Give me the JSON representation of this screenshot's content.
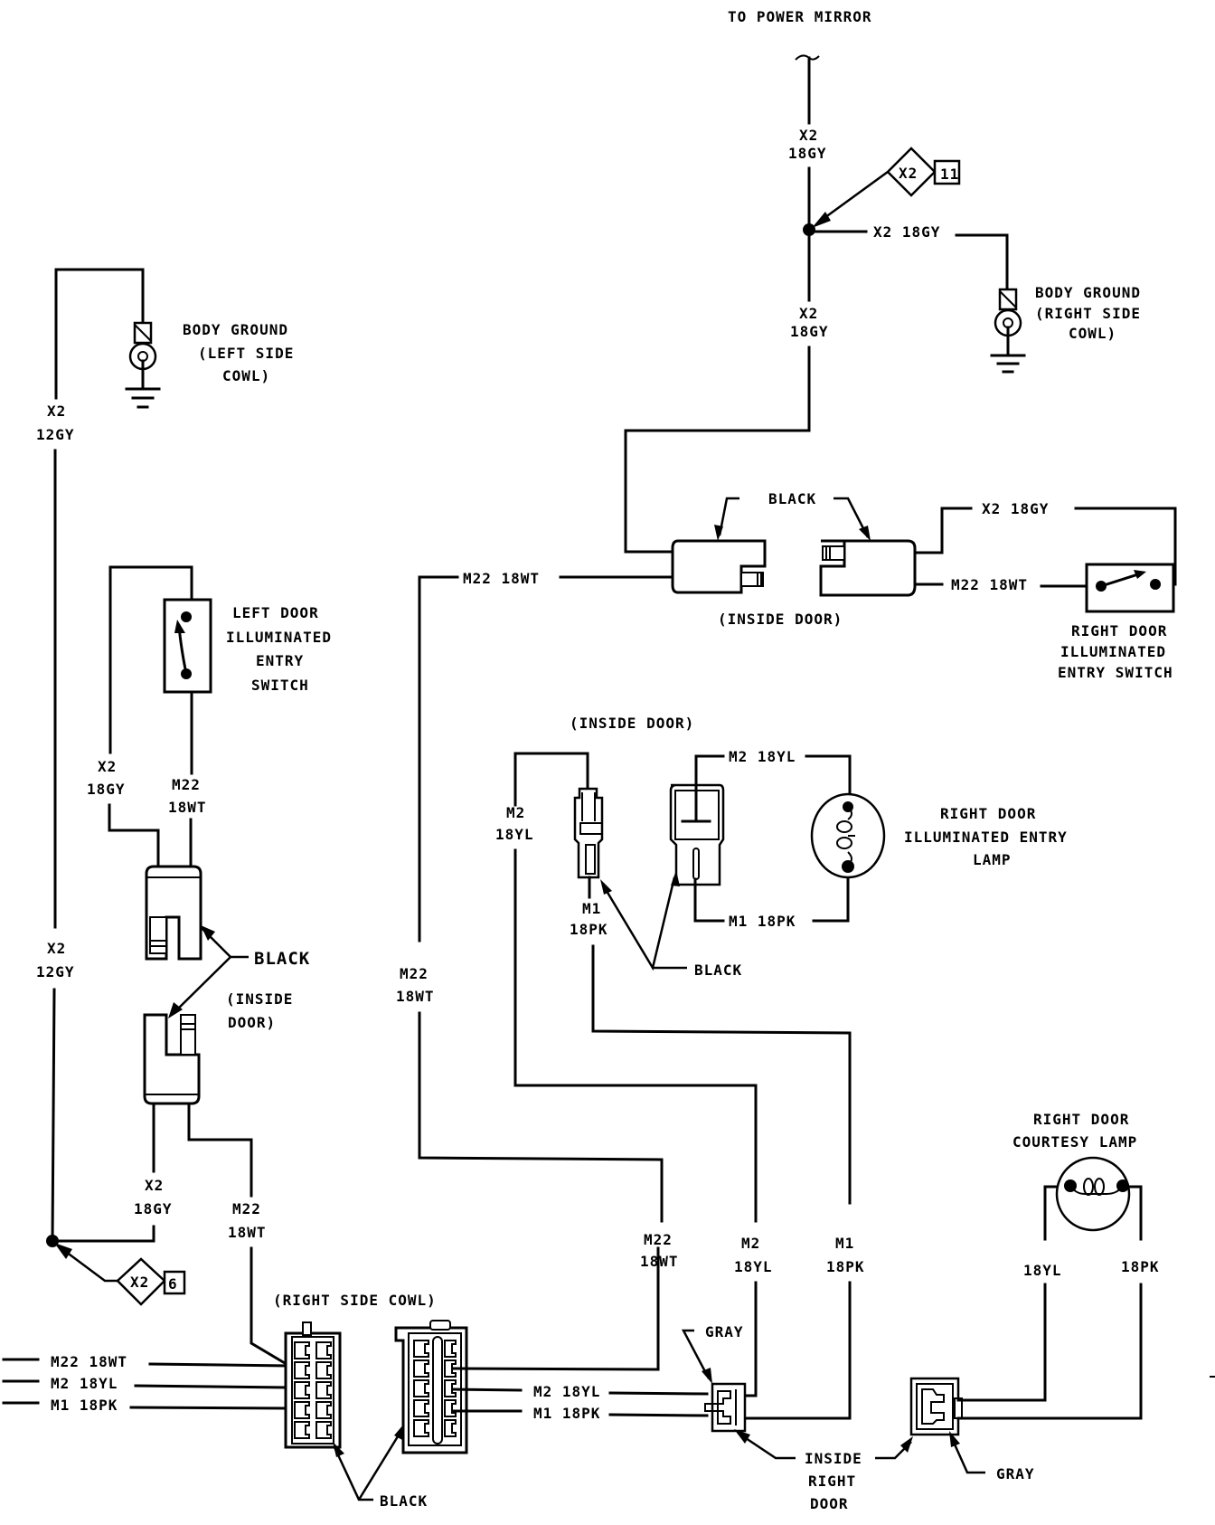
{
  "diagram": {
    "type": "automotive wiring diagram",
    "subject": "Illuminated entry and courtesy lamp circuit"
  },
  "labels": {
    "to_power_mirror": "TO POWER MIRROR",
    "splice_top": {
      "code": "X2",
      "number": "11"
    },
    "splice_bottom": {
      "code": "X2",
      "number": "6"
    },
    "body_ground_right": [
      "BODY GROUND",
      "(RIGHT SIDE",
      "COWL)"
    ],
    "body_ground_left": [
      "BODY GROUND",
      "(LEFT SIDE",
      "COWL)"
    ],
    "left_door_switch": [
      "LEFT DOOR",
      "ILLUMINATED",
      "ENTRY",
      "SWITCH"
    ],
    "right_door_switch": [
      "RIGHT DOOR",
      "ILLUMINATED",
      "ENTRY SWITCH"
    ],
    "right_door_entry_lamp": [
      "RIGHT DOOR",
      "ILLUMINATED ENTRY",
      "LAMP"
    ],
    "right_door_courtesy_lamp": [
      "RIGHT DOOR",
      "COURTESY LAMP"
    ],
    "inside_door_upper": "(INSIDE DOOR)",
    "inside_door_middle": "(INSIDE DOOR)",
    "inside_door_left": [
      "(INSIDE",
      "DOOR)"
    ],
    "right_side_cowl": "(RIGHT SIDE COWL)",
    "inside_right_door": [
      "INSIDE",
      "RIGHT",
      "DOOR"
    ],
    "black": "BLACK",
    "gray": "GRAY"
  },
  "wires": {
    "x2_18gy": {
      "circuit": "X2",
      "gauge_color": "18GY",
      "inline": "X2 18GY"
    },
    "x2_12gy": {
      "circuit": "X2",
      "gauge_color": "12GY"
    },
    "m22_18wt": {
      "circuit": "M22",
      "gauge_color": "18WT",
      "inline": "M22 18WT"
    },
    "m2_18yl": {
      "circuit": "M2",
      "gauge_color": "18YL",
      "inline": "M2 18YL"
    },
    "m1_18pk": {
      "circuit": "M1",
      "gauge_color": "18PK",
      "inline": "M1 18PK"
    },
    "yl_only": "18YL",
    "pk_only": "18PK"
  },
  "harness_left_stubs": [
    "M22 18WT",
    "M2 18YL",
    "M1 18PK"
  ]
}
